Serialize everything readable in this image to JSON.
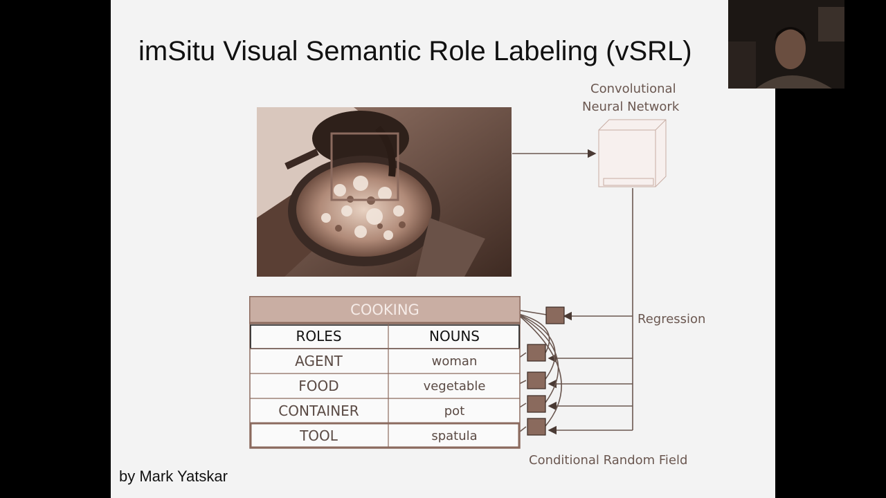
{
  "slide": {
    "title": "imSitu Visual Semantic Role Labeling (vSRL)",
    "author": "by Mark Yatskar"
  },
  "diagram": {
    "cnn_label_line1": "Convolutional",
    "cnn_label_line2": "Neural Network",
    "regression_label": "Regression",
    "crf_label": "Conditional Random Field",
    "verb": "COOKING",
    "header": {
      "roles": "ROLES",
      "nouns": "NOUNS"
    },
    "rows": [
      {
        "role": "AGENT",
        "noun": "woman"
      },
      {
        "role": "FOOD",
        "noun": "vegetable"
      },
      {
        "role": "CONTAINER",
        "noun": "pot"
      },
      {
        "role": "TOOL",
        "noun": "spatula"
      }
    ],
    "colors": {
      "accent": "#8b6a5e",
      "node_fill": "#c3a69a",
      "factor_fill": "#8a6a5d",
      "line": "#6a5750"
    }
  }
}
